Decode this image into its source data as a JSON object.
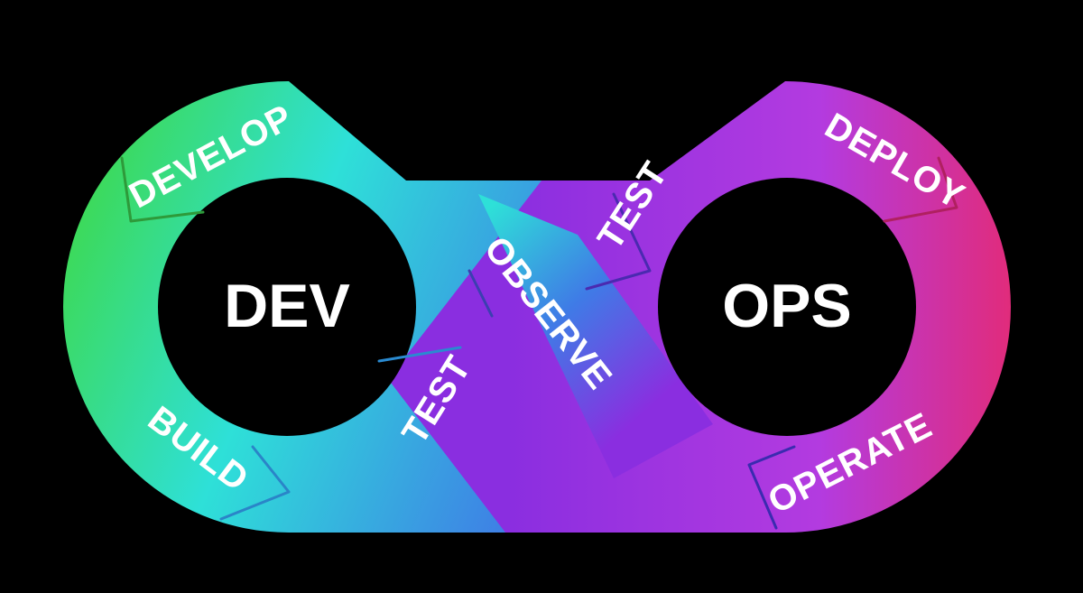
{
  "colors": {
    "background": "#000000",
    "gradient_green": "#3ed94a",
    "gradient_cyan": "#2ee0d8",
    "gradient_blue": "#3f7be6",
    "gradient_violet": "#8a2ee0",
    "gradient_magenta": "#b33be0",
    "gradient_pink": "#e52a72",
    "text": "#ffffff"
  },
  "loops": {
    "left_hub": "DEV",
    "right_hub": "OPS"
  },
  "stages": {
    "develop": "DEVELOP",
    "build": "BUILD",
    "test_dev": "TEST",
    "observe": "OBSERVE",
    "test_ops": "TEST",
    "deploy": "DEPLOY",
    "operate": "OPERATE"
  }
}
